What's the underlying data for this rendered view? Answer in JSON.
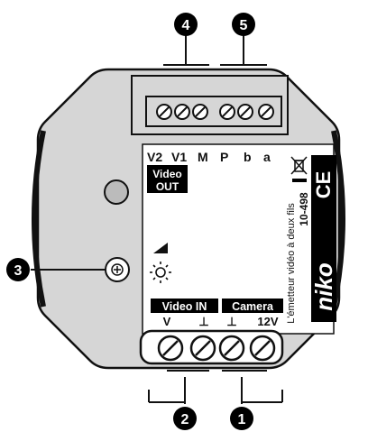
{
  "callouts": {
    "one": "1",
    "two": "2",
    "three": "3",
    "four": "4",
    "five": "5"
  },
  "top_terminals": {
    "labels": [
      "V2",
      "V1",
      "M",
      "P",
      "b",
      "a"
    ]
  },
  "video_out": {
    "line1": "Video",
    "line2": "OUT"
  },
  "bottom_terminals": {
    "video_in_label": "Video IN",
    "camera_label": "Camera",
    "pins": [
      "V",
      "⊥",
      "⊥",
      "12V"
    ]
  },
  "product": {
    "brand": "niko",
    "code": "10-498",
    "description": "L'émetteur vidéo à deux fils",
    "ce_mark": "CE"
  },
  "colors": {
    "housing": "#d6d6d6",
    "outline": "#111111",
    "label_bg": "#ffffff",
    "black": "#000000"
  }
}
